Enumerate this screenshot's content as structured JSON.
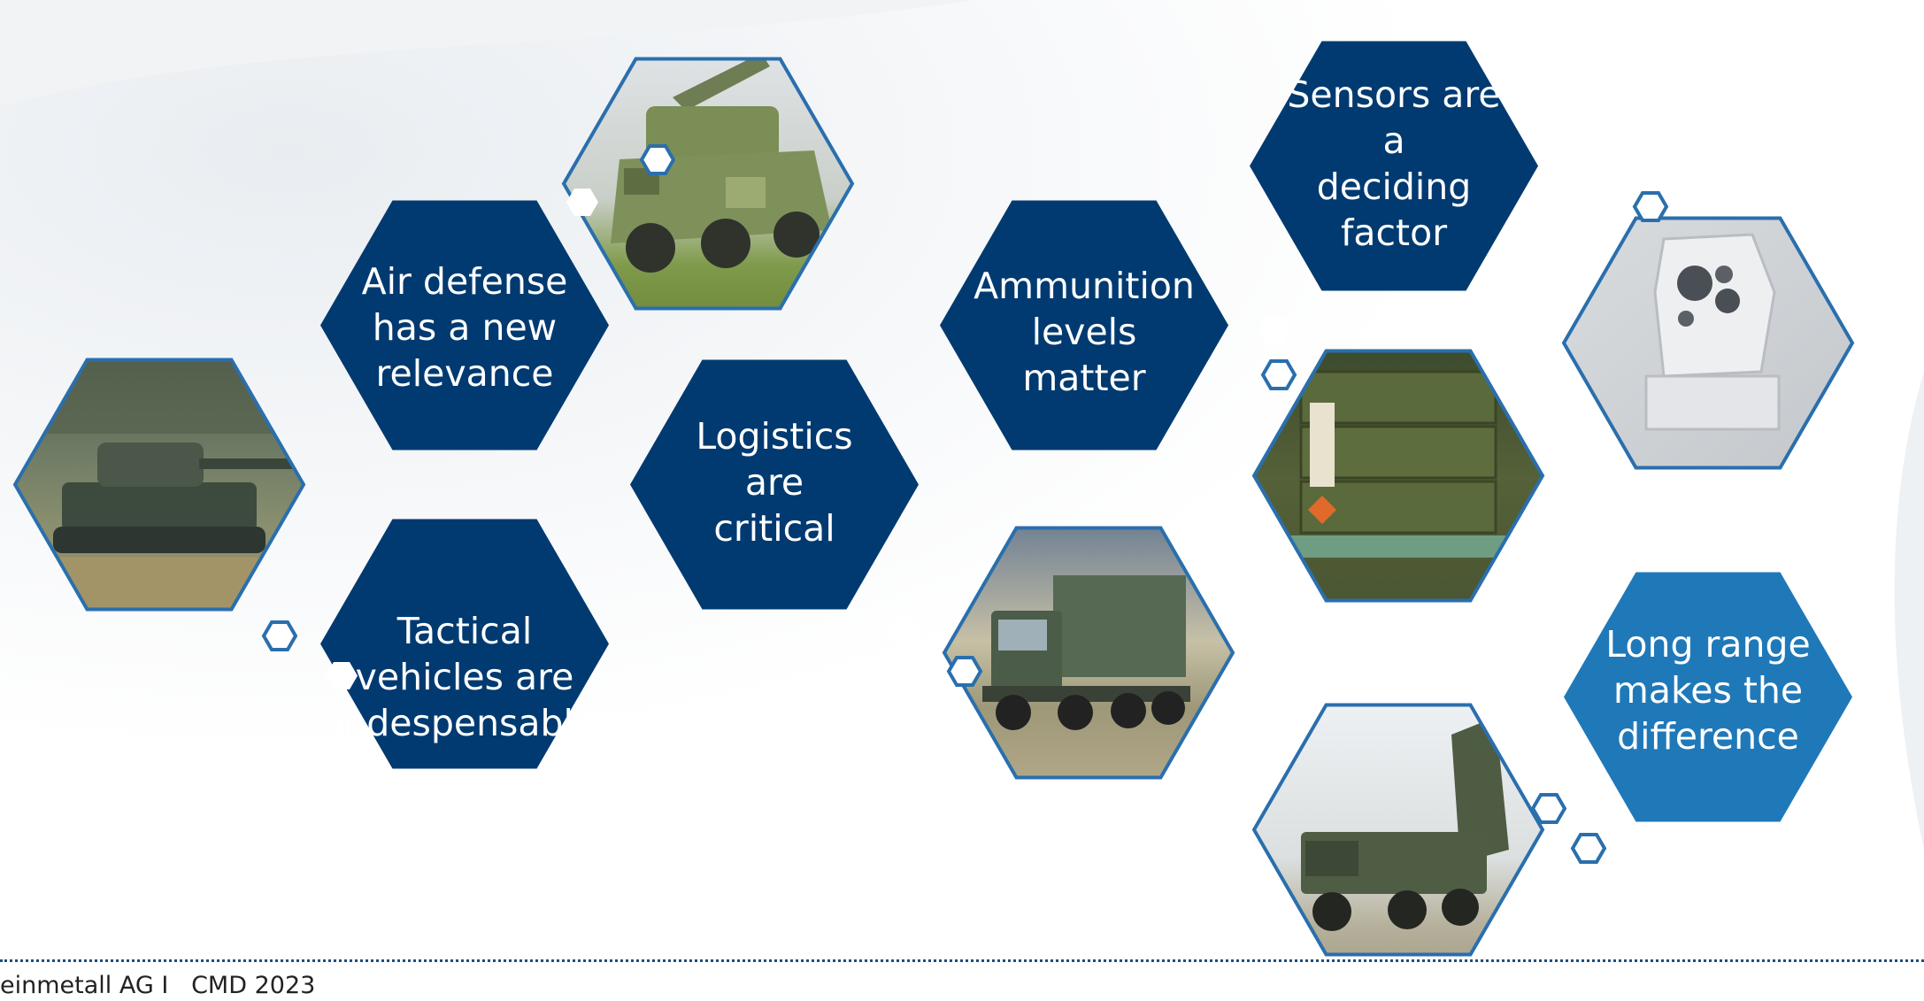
{
  "title_fragment": "g",
  "footer": {
    "text": "einmetall AG I   CMD 2023"
  },
  "colors": {
    "dark_blue": "#003a70",
    "light_blue": "#1f79b9",
    "border_blue": "#2a6fad",
    "badge_fill": "#ffffff"
  },
  "tiles": [
    {
      "id": "main-battle-tank",
      "kind": "photo",
      "text": [],
      "photo": "main battle tank in field"
    },
    {
      "id": "air-defense",
      "kind": "text",
      "text": [
        "Air defense",
        "has a new",
        "relevance"
      ]
    },
    {
      "id": "tactical-vehicles",
      "kind": "text",
      "text": [
        "Tactical",
        "vehicles are",
        "indespensable"
      ]
    },
    {
      "id": "air-defense-vehicle",
      "kind": "photo",
      "text": [],
      "photo": "camouflaged wheeled air defense vehicle"
    },
    {
      "id": "logistics",
      "kind": "text",
      "text": [
        "Logistics are",
        "critical"
      ]
    },
    {
      "id": "ammunition",
      "kind": "text",
      "text": [
        "Ammunition",
        "levels matter"
      ]
    },
    {
      "id": "logistics-truck",
      "kind": "photo",
      "text": [],
      "photo": "military logistics truck with container"
    },
    {
      "id": "sensors",
      "kind": "text",
      "text": [
        "Sensors are a",
        "deciding",
        "factor"
      ]
    },
    {
      "id": "ammo-crates",
      "kind": "photo",
      "text": [],
      "photo": "stacked green ammunition crates on pallet"
    },
    {
      "id": "rocket-launcher",
      "kind": "photo",
      "text": [],
      "photo": "truck-mounted rocket launcher"
    },
    {
      "id": "sensor-turret",
      "kind": "photo",
      "text": [],
      "photo": "white sensor turret"
    },
    {
      "id": "long-range",
      "kind": "text",
      "light": true,
      "text": [
        "Long range",
        "makes the",
        "difference"
      ]
    }
  ]
}
